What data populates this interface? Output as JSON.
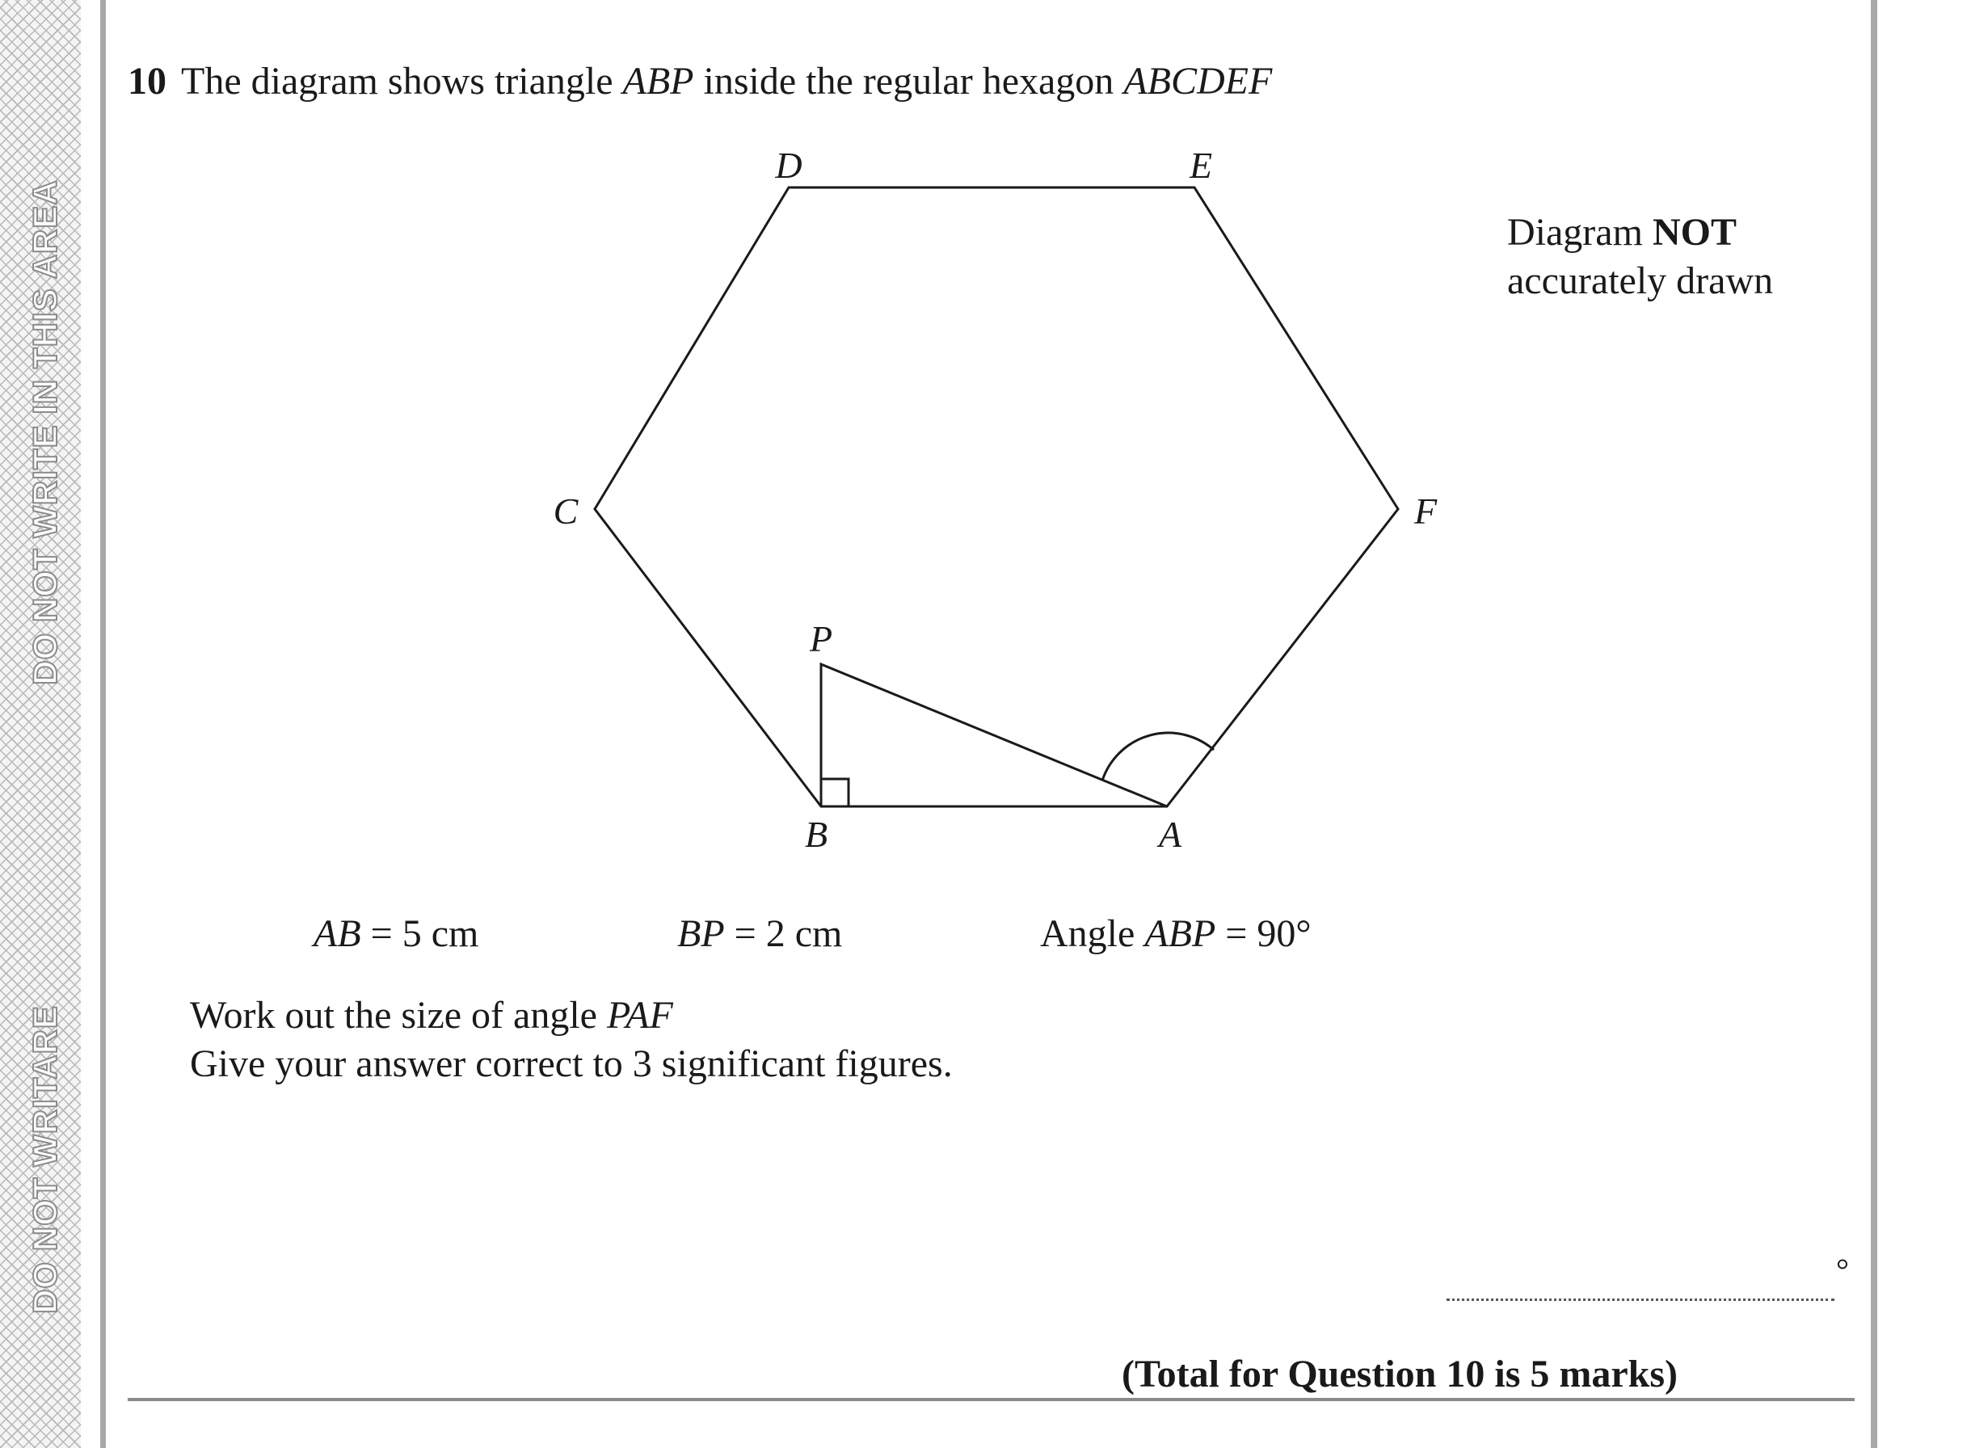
{
  "margin": {
    "top_text": "DO NOT WRITE IN THIS AREA",
    "bottom_text": "DO NOT WRITARE"
  },
  "question": {
    "number": "10",
    "intro_text": "The diagram shows triangle",
    "triangle_name": "ABP",
    "intro_mid": "inside the regular hexagon",
    "hexagon_name": "ABCDEF"
  },
  "diagram": {
    "vertices": {
      "A": "A",
      "B": "B",
      "C": "C",
      "D": "D",
      "E": "E",
      "F": "F",
      "P": "P"
    },
    "note_line1_prefix": "Diagram",
    "note_line1_bold": "NOT",
    "note_line2": "accurately drawn"
  },
  "given": {
    "ab_label": "AB",
    "ab_value": " = 5 cm",
    "bp_label": "BP",
    "bp_value": " = 2 cm",
    "angle_prefix": "Angle ",
    "angle_label": "ABP",
    "angle_value": " = 90°"
  },
  "task": {
    "line1_prefix": "Work out the size of angle",
    "line1_angle": "PAF",
    "line2": "Give your answer correct to 3 significant figures."
  },
  "answer": {
    "unit_symbol": "°"
  },
  "total": "(Total for Question 10 is 5 marks)"
}
